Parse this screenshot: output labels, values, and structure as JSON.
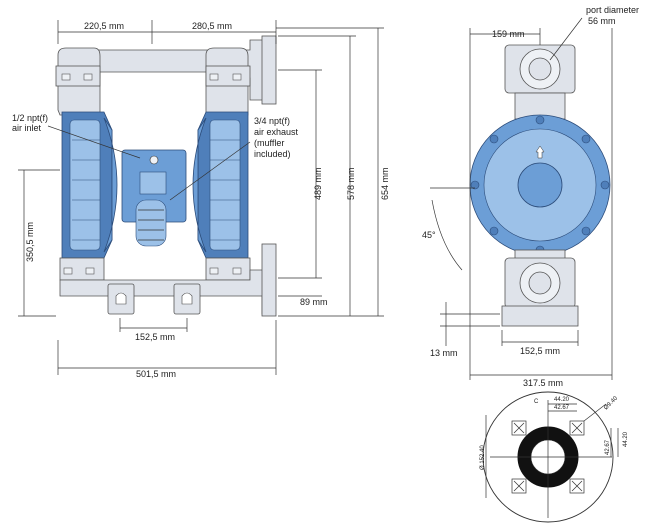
{
  "front_view": {
    "dim_top_left": "220,5 mm",
    "dim_top_right": "280,5 mm",
    "dim_height_489": "489 mm",
    "dim_height_578": "578 mm",
    "dim_height_654": "654 mm",
    "dim_height_350": "350,5 mm",
    "dim_89": "89 mm",
    "dim_base_spacing": "152,5 mm",
    "dim_overall_width": "501,5 mm",
    "air_inlet_line1": "1/2 npt(f)",
    "air_inlet_line2": "air inlet",
    "air_exhaust_line1": "3/4 npt(f)",
    "air_exhaust_line2": "air exhaust",
    "air_exhaust_line3": "(muffler",
    "air_exhaust_line4": "included)"
  },
  "side_view": {
    "dim_159": "159 mm",
    "port_diameter_line1": "port diameter",
    "port_diameter_line2": "56 mm",
    "angle": "45°",
    "dim_13": "13 mm",
    "dim_base": "152,5 mm",
    "dim_width": "317.5 mm"
  },
  "flange_view": {
    "dim_44_20_top": "44.20",
    "dim_42_67_top": "42.67",
    "dim_44_20_right": "44.20",
    "dim_42_67_right": "42.67",
    "dim_hole": "Ø9.40",
    "dim_pcd": "Ø 152.40",
    "c_mark": "C"
  }
}
